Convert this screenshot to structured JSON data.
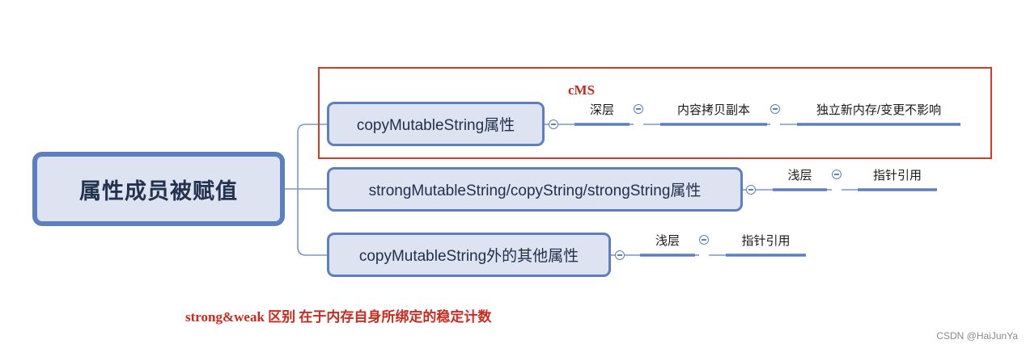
{
  "root": {
    "label": "属性成员被赋值"
  },
  "branches": [
    {
      "label": "copyMutableString属性",
      "leaves": [
        "深层",
        "内容拷贝副本",
        "独立新内存/变更不影响"
      ]
    },
    {
      "label": "strongMutableString/copyString/strongString属性",
      "leaves": [
        "浅层",
        "指针引用"
      ]
    },
    {
      "label": "copyMutableString外的其他属性",
      "leaves": [
        "浅层",
        "指针引用"
      ]
    }
  ],
  "annotations": {
    "box_label": "cMS",
    "note": "strong&weak 区别 在于内存自身所绑定的稳定计数"
  },
  "watermark": "CSDN @HaiJunYa",
  "colors": {
    "node_fill": "#dde3f0",
    "node_border": "#5d7fbf",
    "highlight": "#d93a26"
  }
}
